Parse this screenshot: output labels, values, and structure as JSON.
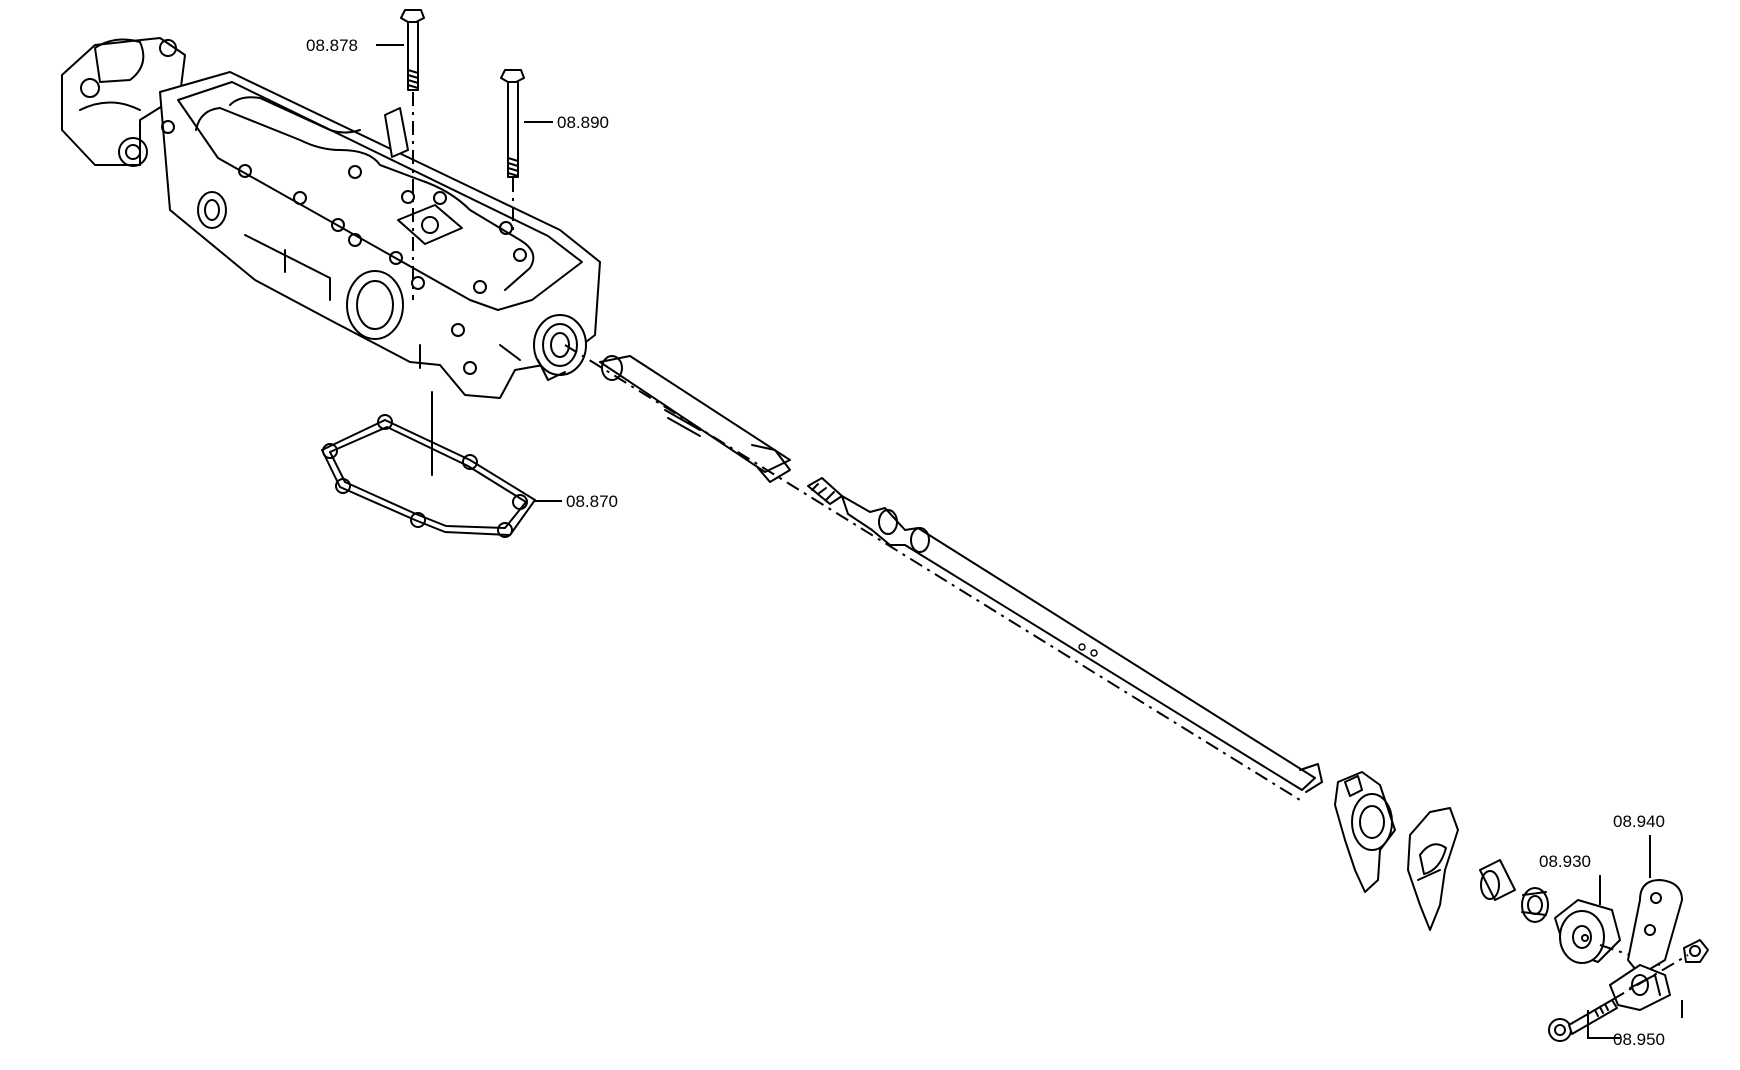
{
  "callouts": {
    "c08878": "08.878",
    "c08890": "08.890",
    "c08870": "08.870",
    "c08940": "08.940",
    "c08930": "08.930",
    "c08950": "08.950"
  },
  "colors": {
    "line": "#000000",
    "background": "#ffffff"
  },
  "icons": {
    "housing": "shift-housing",
    "gasket": "gasket",
    "bolts": "hex-bolt",
    "shaft": "shift-rod",
    "forks": "shift-fork",
    "bracket": "lever-bracket"
  }
}
